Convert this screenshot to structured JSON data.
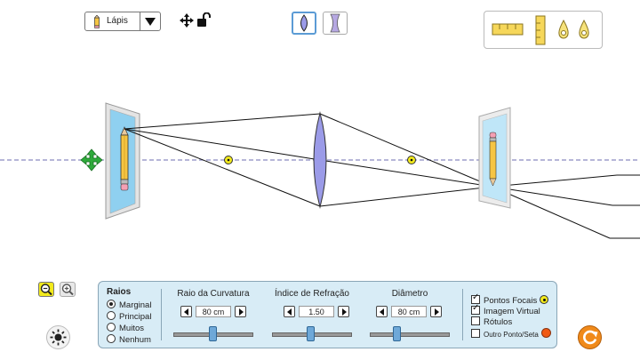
{
  "object_selector": {
    "selected": "Lápis",
    "icon": "pencil-icon"
  },
  "toolbar": {
    "move_icon": "move-icon",
    "lock_icon": "unlock-icon",
    "lens_types": [
      {
        "name": "convex-lens",
        "selected": true
      },
      {
        "name": "concave-lens",
        "selected": false
      }
    ],
    "tools": [
      "ruler-horizontal-icon",
      "ruler-vertical-icon",
      "intensity-probe-icon",
      "intensity-probe-icon"
    ]
  },
  "scene": {
    "focal_point_color": "#f2ea1c",
    "lens_color": "#9b9be8",
    "axis_color": "#8a8ac0"
  },
  "panel": {
    "rays": {
      "title": "Raios",
      "options": [
        "Marginal",
        "Principal",
        "Muitos",
        "Nenhum"
      ],
      "selected": 0
    },
    "controls": [
      {
        "title": "Raio da Curvatura",
        "value": "80 cm",
        "fraction": 0.5
      },
      {
        "title": "Índice de Refração",
        "value": "1.50",
        "fraction": 0.5
      },
      {
        "title": "Diâmetro",
        "value": "80 cm",
        "fraction": 0.35
      }
    ],
    "checks": [
      {
        "label": "Pontos Focais",
        "checked": true
      },
      {
        "label": "Imagem Virtual",
        "checked": true
      },
      {
        "label": "Rótulos",
        "checked": false
      },
      {
        "label": "Outro Ponto/Seta",
        "checked": false
      }
    ]
  },
  "colors": {
    "accent": "#5b9bd5",
    "panel_bg": "#d8ecf6",
    "reset": "#f08a1a",
    "zoom_active": "#f2ea1c"
  }
}
